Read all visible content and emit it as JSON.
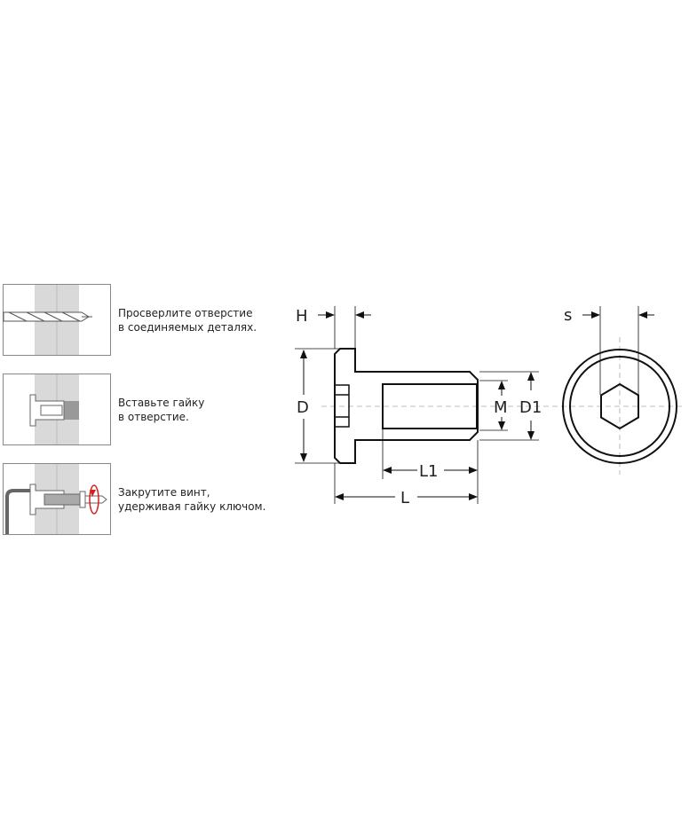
{
  "steps": [
    {
      "line1": "Просверлите отверстие",
      "line2": "в соединяемых деталях."
    },
    {
      "line1": "Вставьте гайку",
      "line2": "в отверстие."
    },
    {
      "line1": "Закрутите винт,",
      "line2": "удерживая гайку ключом."
    }
  ],
  "dimensions": {
    "H": "H",
    "D": "D",
    "M": "M",
    "D1": "D1",
    "L1": "L1",
    "L": "L",
    "s": "s"
  },
  "colors": {
    "line": "#111111",
    "wood": "#d9d9d9",
    "accent": "#d32020"
  }
}
